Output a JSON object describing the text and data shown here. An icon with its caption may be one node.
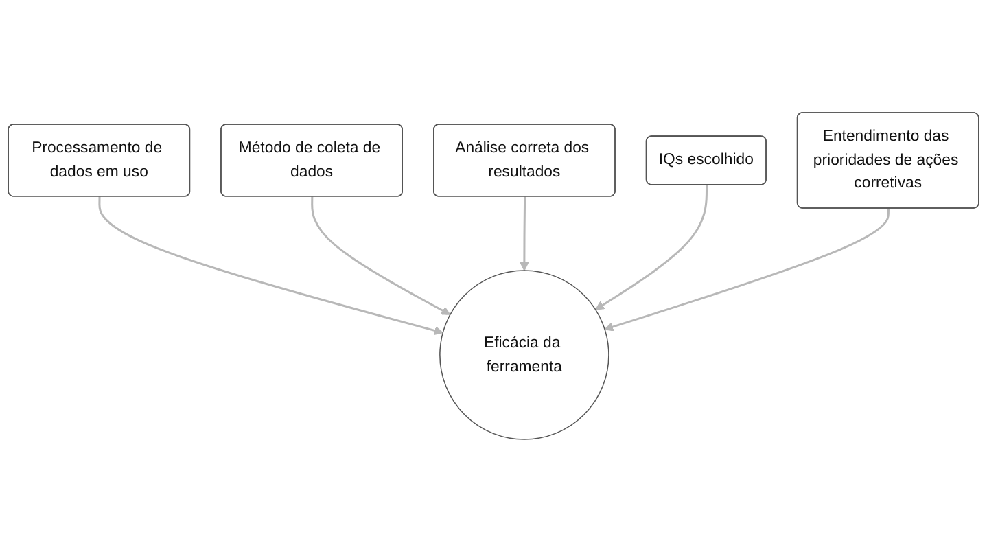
{
  "diagram": {
    "nodes": [
      {
        "text": [
          "Processamento de dados em uso"
        ]
      },
      {
        "text": [
          "Método de coleta de dados"
        ]
      },
      {
        "text": [
          "Análise correta dos resultados"
        ]
      },
      {
        "text": [
          "IQs escolhido"
        ]
      },
      {
        "text": [
          "Eficácia da ferramenta"
        ]
      },
      {
        "text": [
          "Entendimento das prioridades de ações corretivas"
        ]
      }
    ],
    "edges": [
      {
        "from": 0,
        "to": 4,
        "arrow": "to"
      },
      {
        "from": 1,
        "to": 4,
        "arrow": "to"
      },
      {
        "from": 2,
        "to": 4,
        "arrow": "to"
      },
      {
        "from": 3,
        "to": 4,
        "arrow": "to"
      },
      {
        "from": 5,
        "to": 4,
        "arrow": "to"
      }
    ]
  }
}
